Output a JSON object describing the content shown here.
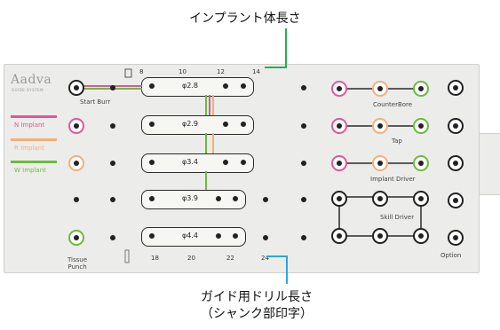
{
  "callouts": {
    "implant_length": "インプラント体長さ",
    "guide_drill_length_line1": "ガイド用ドリル長さ",
    "guide_drill_length_line2": "（シャンク部印字）"
  },
  "tray": {
    "brand": "Aadva",
    "brand_sub": "GUIDE SYSTEM",
    "start_burr": "Start Burr",
    "tissue_punch_line1": "Tissue",
    "tissue_punch_line2": "Punch",
    "counterbore": "CounterBore",
    "tap": "Tap",
    "implant_driver": "Implant Driver",
    "skill_driver": "Skill Driver",
    "option": "Option",
    "legend": [
      {
        "label": "N Implant",
        "color": "#e0569b"
      },
      {
        "label": "R Implant",
        "color": "#f2b07a"
      },
      {
        "label": "W Implant",
        "color": "#6cbb3c"
      }
    ],
    "top_ticks": [
      "8",
      "10",
      "12",
      "14"
    ],
    "bottom_ticks": [
      "18",
      "20",
      "22",
      "24"
    ],
    "diameters": [
      "φ2.8",
      "φ2.9",
      "φ3.4",
      "φ3.9",
      "φ4.4"
    ]
  },
  "colors": {
    "callout_line": "#22b24c",
    "callout_line2": "#2aa7e0",
    "pink": "#e0569b",
    "orange": "#f2b07a",
    "green": "#6cbb3c"
  }
}
